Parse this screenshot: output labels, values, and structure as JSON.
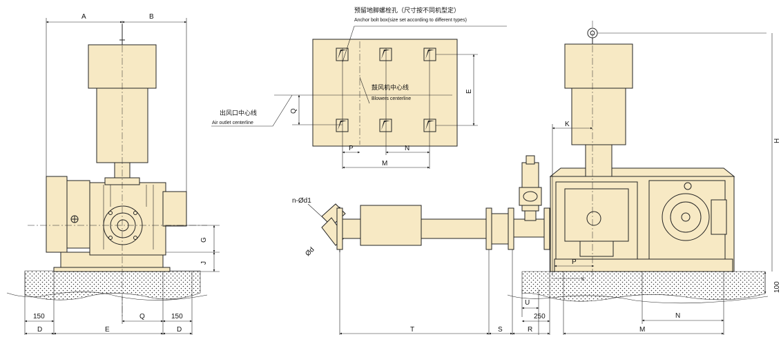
{
  "dims": {
    "A": "A",
    "B": "B",
    "E": "E",
    "Q": "Q",
    "P": "P",
    "N": "N",
    "M": "M",
    "K": "K",
    "H": "H",
    "G": "G",
    "J": "J",
    "D": "D",
    "T": "T",
    "S": "S",
    "R": "R",
    "U": "U",
    "v150": "150",
    "v250": "250",
    "v100": "100"
  },
  "labels": {
    "anchor_cn": "预留地脚螺栓孔（尺寸按不同机型定）",
    "anchor_en": "Anchor bolt box(size set according to different types)",
    "blower_cn": "鼓风机中心线",
    "blower_en": "Blowers centerline",
    "outlet_cn": "出风口中心线",
    "outlet_en": "Air outlet centerline",
    "flange_holes": "n-Ød1",
    "flange_dia": "Ød"
  },
  "colors": {
    "body_fill": "#f7e9c4",
    "line": "#222222",
    "ground_dots": "#333333"
  }
}
